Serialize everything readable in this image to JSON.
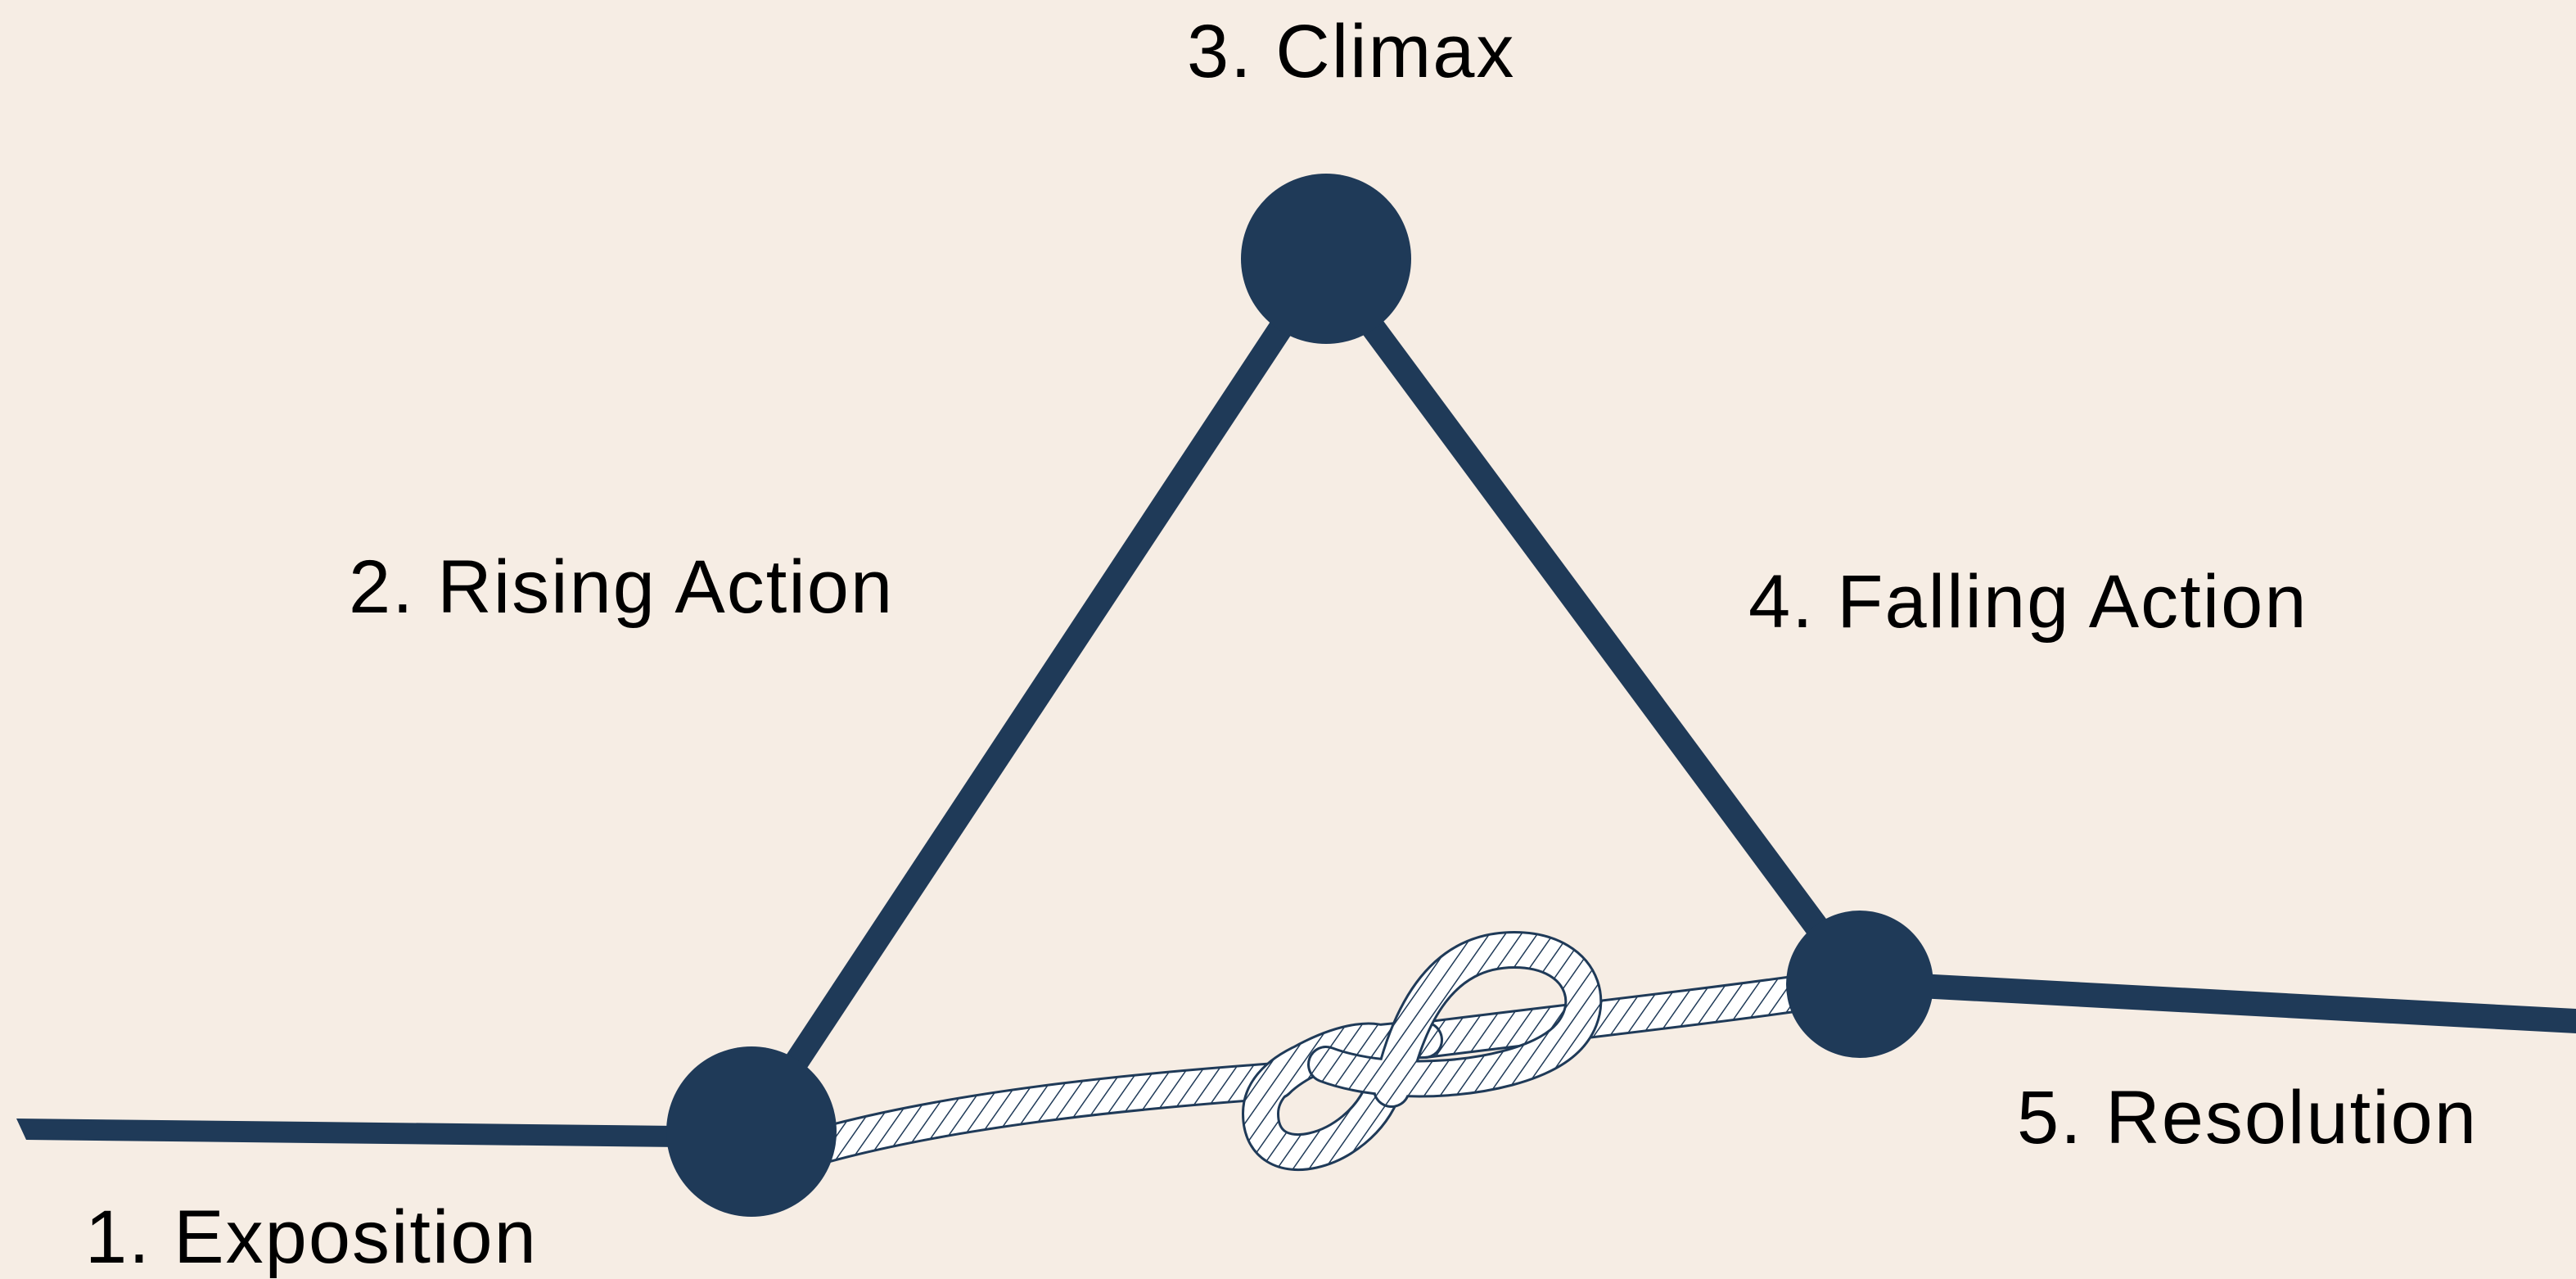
{
  "diagram": {
    "background_color": "#f6ede4",
    "line_color": "#1f3a58",
    "rope_color": "#ffffff",
    "rope_stroke_color": "#1f3a58",
    "stages": [
      {
        "id": "exposition",
        "label": "1. Exposition"
      },
      {
        "id": "rising-action",
        "label": "2. Rising Action"
      },
      {
        "id": "climax",
        "label": "3. Climax"
      },
      {
        "id": "falling-action",
        "label": "4. Falling Action"
      },
      {
        "id": "resolution",
        "label": "5. Resolution"
      }
    ],
    "knot_icon": "figure-eight-knot-rope-icon"
  }
}
